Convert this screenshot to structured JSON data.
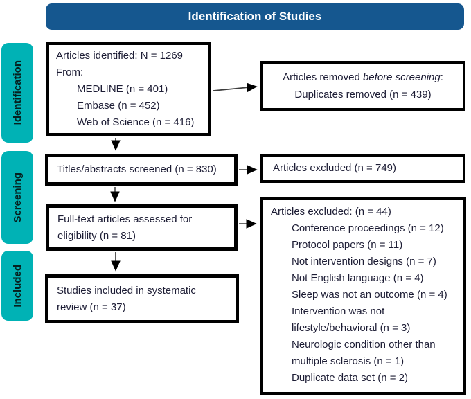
{
  "title": "Identification of Studies",
  "colors": {
    "header_blue": "#15578f",
    "stage_tab_teal": "#00b2b5",
    "box_border": "#000000",
    "text": "#1d1d35",
    "arrow": "#3c3c3c"
  },
  "stages": [
    {
      "label": "Identification"
    },
    {
      "label": "Screening"
    },
    {
      "label": "Included"
    }
  ],
  "boxes": {
    "identified": {
      "line1": "Articles identified: N = 1269",
      "line2": "From:",
      "sources": [
        "MEDLINE (n = 401)",
        "Embase (n = 452)",
        "Web of Science (n = 416)"
      ]
    },
    "removed": {
      "line1_prefix": "Articles removed ",
      "line1_italic": "before screening",
      "line1_suffix": ":",
      "line2": "Duplicates removed (n = 439)"
    },
    "screened": {
      "text": "Titles/abstracts screened (n = 830)"
    },
    "excluded_screening": {
      "text": "Articles excluded (n = 749)"
    },
    "fulltext": {
      "line1": "Full-text articles assessed for",
      "line2": "eligibility (n = 81)"
    },
    "excluded_fulltext": {
      "header": "Articles excluded: (n = 44)",
      "reason_lines": [
        "Conference proceedings (n = 12)",
        "Protocol papers (n = 11)",
        "Not intervention designs (n = 7)",
        "Not English language (n = 4)",
        "Sleep was not an outcome (n = 4)",
        "Intervention was not",
        "lifestyle/behavioral (n = 3)",
        "Neurologic condition other than",
        "multiple sclerosis (n = 1)",
        "Duplicate data set (n = 2)"
      ]
    },
    "included": {
      "line1": "Studies included in systematic",
      "line2": "review (n = 37)"
    }
  }
}
